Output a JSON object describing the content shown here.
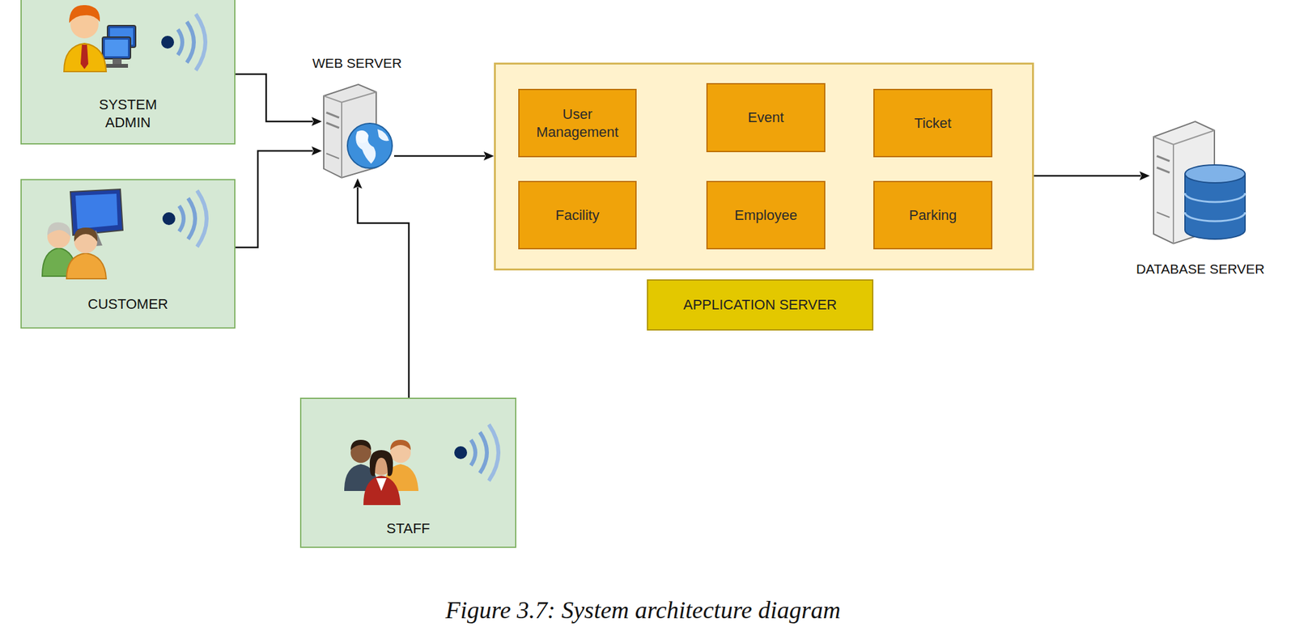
{
  "diagram": {
    "caption": "Figure 3.7: System architecture diagram",
    "nodes": [
      {
        "text": [
          "SYSTEM ADMIN"
        ]
      },
      {
        "text": [
          "CUSTOMER"
        ]
      },
      {
        "text": [
          "STAFF"
        ]
      },
      {
        "text": [
          "WEB SERVER"
        ]
      },
      {
        "text": [
          "APPLICATION SERVER"
        ]
      },
      {
        "text": [
          "User Management"
        ],
        "in": 4
      },
      {
        "text": [
          "Event"
        ],
        "in": 4
      },
      {
        "text": [
          "Ticket"
        ],
        "in": 4
      },
      {
        "text": [
          "Facility"
        ],
        "in": 4
      },
      {
        "text": [
          "Employee"
        ],
        "in": 4
      },
      {
        "text": [
          "Parking"
        ],
        "in": 4
      },
      {
        "text": [
          "DATABASE SERVER"
        ]
      }
    ],
    "edges": [
      {
        "from": 0,
        "to": 3,
        "arrow": "to"
      },
      {
        "from": 1,
        "to": 3,
        "arrow": "to"
      },
      {
        "from": 2,
        "to": 3,
        "arrow": "to"
      },
      {
        "from": 3,
        "to": 4,
        "arrow": "to"
      },
      {
        "from": 4,
        "to": 11,
        "arrow": "to"
      }
    ]
  }
}
